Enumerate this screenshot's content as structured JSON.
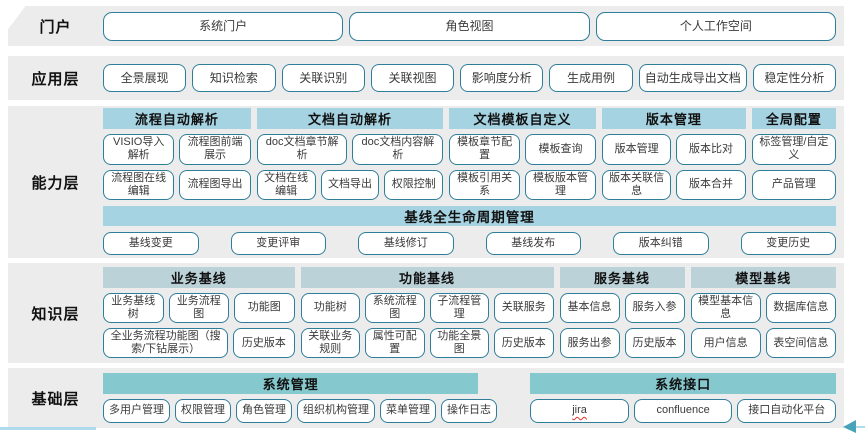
{
  "colors": {
    "band_bg": "#ECECEC",
    "header_blue": "#A6D3E2",
    "header_gray": "#BCD2D9",
    "header_teal": "#85C8CE",
    "btn_border": "#2E7E99",
    "arrow": "#48A3B8",
    "line_blue": "#AFDCEC",
    "squiggle_red": "#E0342B"
  },
  "misspelled_words": [
    "jira"
  ],
  "layers": [
    {
      "id": "portal",
      "label": "门户",
      "rows": [
        {
          "buttons": [
            "系统门户",
            "角色视图",
            "个人工作空间"
          ]
        }
      ]
    },
    {
      "id": "application",
      "label": "应用层",
      "rows": [
        {
          "buttons": [
            "全景展现",
            "知识检索",
            "关联识别",
            "关联视图",
            "影响度分析",
            "生成用例",
            "自动生成导出文档",
            "稳定性分析"
          ]
        }
      ]
    },
    {
      "id": "capability",
      "label": "能力层",
      "groups": [
        {
          "title": "流程自动解析",
          "rows": [
            [
              "VISIO导入解析",
              "流程图前端展示"
            ],
            [
              "流程图在线编辑",
              "流程图导出"
            ]
          ]
        },
        {
          "title": "文档自动解析",
          "rows": [
            [
              "doc文档章节解析",
              "doc文档内容解析"
            ],
            [
              "文档在线编辑",
              "文档导出",
              "权限控制"
            ]
          ]
        },
        {
          "title": "文档模板自定义",
          "rows": [
            [
              "模板章节配置",
              "模板查询"
            ],
            [
              "模板引用关系",
              "模板版本管理"
            ]
          ]
        },
        {
          "title": "版本管理",
          "rows": [
            [
              "版本管理",
              "版本比对"
            ],
            [
              "版本关联信息",
              "版本合并"
            ]
          ]
        },
        {
          "title": "全局配置",
          "rows": [
            [
              "标签管理/自定义"
            ],
            [
              "产品管理"
            ]
          ]
        }
      ],
      "baseline": {
        "title": "基线全生命周期管理",
        "buttons": [
          "基线变更",
          "变更评审",
          "基线修订",
          "基线发布",
          "版本纠错",
          "变更历史"
        ]
      }
    },
    {
      "id": "knowledge",
      "label": "知识层",
      "groups": [
        {
          "title": "业务基线",
          "rows": [
            [
              "业务基线树",
              "业务流程图",
              "功能图"
            ],
            [
              "全业务流程功能图（搜索/下钻展示）",
              "历史版本"
            ]
          ]
        },
        {
          "title": "功能基线",
          "rows": [
            [
              "功能树",
              "系统流程图",
              "子流程管理",
              "关联服务"
            ],
            [
              "关联业务规则",
              "属性可配置",
              "功能全景图",
              "历史版本"
            ]
          ]
        },
        {
          "title": "服务基线",
          "rows": [
            [
              "基本信息",
              "服务入参"
            ],
            [
              "服务出参",
              "历史版本"
            ]
          ]
        },
        {
          "title": "模型基线",
          "rows": [
            [
              "模型基本信息",
              "数据库信息"
            ],
            [
              "用户信息",
              "表空间信息"
            ]
          ]
        }
      ]
    },
    {
      "id": "foundation",
      "label": "基础层",
      "groups": [
        {
          "title": "系统管理",
          "rows": [
            [
              "多用户管理",
              "权限管理",
              "角色管理",
              "组织机构管理",
              "菜单管理",
              "操作日志"
            ]
          ]
        },
        {
          "title": "系统接口",
          "rows": [
            [
              "jira",
              "confluence",
              "接口自动化平台"
            ]
          ]
        }
      ]
    }
  ]
}
